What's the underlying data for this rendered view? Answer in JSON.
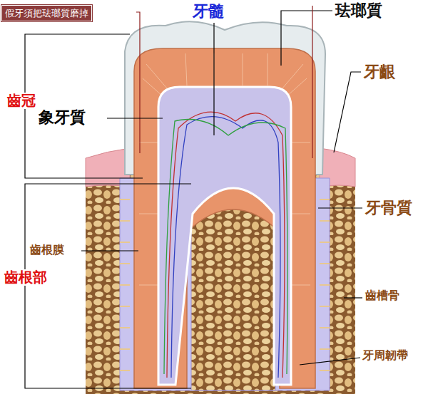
{
  "diagram": {
    "nodes": [
      {
        "text": [
          "假牙須把珐瑯質磨掉"
        ]
      }
    ],
    "labels": [
      "牙髓",
      "珐瑯質",
      "齒冠",
      "象牙質",
      "牙齦",
      "牙骨質",
      "齒根膜",
      "齒根部",
      "齒槽骨",
      "牙周韌帶"
    ]
  }
}
